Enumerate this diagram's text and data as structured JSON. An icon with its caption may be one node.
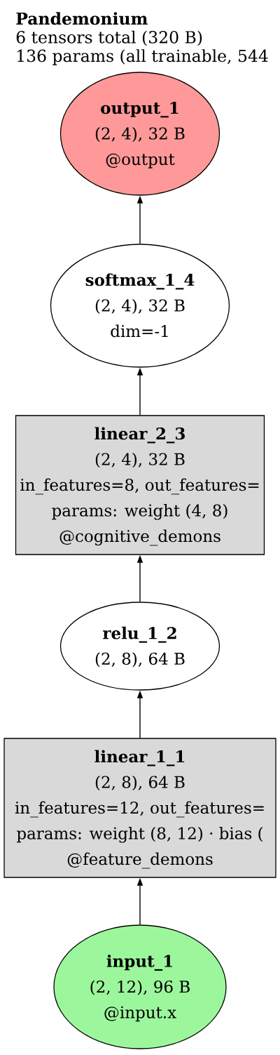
{
  "diagram": {
    "title": "Pandemonium",
    "nodes": [
      {
        "text": [
          "output_1",
          "(2, 4), 32 B",
          "@output"
        ]
      },
      {
        "text": [
          "softmax_1_4",
          "(2, 4), 32 B",
          "dim=-1"
        ]
      },
      {
        "text": [
          "linear_2_3",
          "(2, 4), 32 B",
          "in_features=8, out_features=",
          "params: weight (4, 8)",
          "@cognitive_demons"
        ]
      },
      {
        "text": [
          "relu_1_2",
          "(2, 8), 64 B"
        ]
      },
      {
        "text": [
          "linear_1_1",
          "(2, 8), 64 B",
          "in_features=12, out_features=",
          "params: weight (8, 12) · bias (",
          "@feature_demons"
        ]
      },
      {
        "text": [
          "input_1",
          "(2, 12), 96 B",
          "@input.x"
        ]
      }
    ],
    "edges": [
      {
        "from": 5,
        "to": 4,
        "arrow": "to"
      },
      {
        "from": 4,
        "to": 3,
        "arrow": "to"
      },
      {
        "from": 3,
        "to": 2,
        "arrow": "to"
      },
      {
        "from": 2,
        "to": 1,
        "arrow": "to"
      },
      {
        "from": 1,
        "to": 0,
        "arrow": "to"
      }
    ],
    "labels": [
      "6 tensors total (320 B)",
      "136 params (all trainable, 544"
    ]
  }
}
